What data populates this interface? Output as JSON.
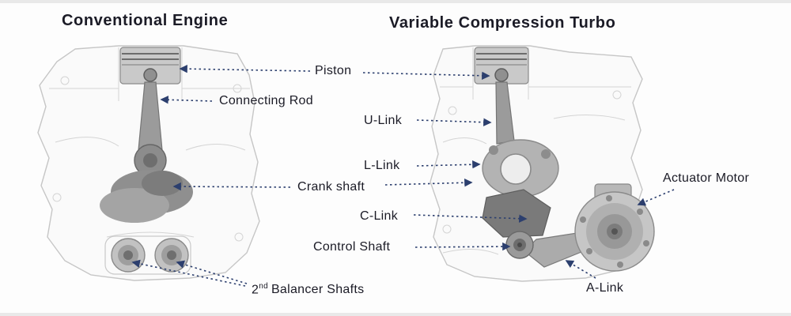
{
  "diagram": {
    "left": {
      "title": "Conventional Engine",
      "labels": {
        "connecting_rod": "Connecting Rod",
        "balancer_prefix": "2",
        "balancer_sup": "nd",
        "balancer_rest": "Balancer Shafts"
      }
    },
    "right": {
      "title": "Variable Compression Turbo",
      "labels": {
        "u_link": "U-Link",
        "l_link": "L-Link",
        "c_link": "C-Link",
        "control_shaft": "Control Shaft",
        "actuator_motor": "Actuator Motor",
        "a_link": "A-Link"
      }
    },
    "shared_labels": {
      "piston": "Piston",
      "crank_shaft": "Crank shaft"
    },
    "colors": {
      "arrow": "#2c3f6e",
      "label_text": "#1b1b26",
      "engine_outline": "#c6c6c6",
      "engine_light": "#d9d9d9",
      "engine_mid": "#9b9b9b",
      "engine_dark": "#6f6f6f"
    }
  }
}
